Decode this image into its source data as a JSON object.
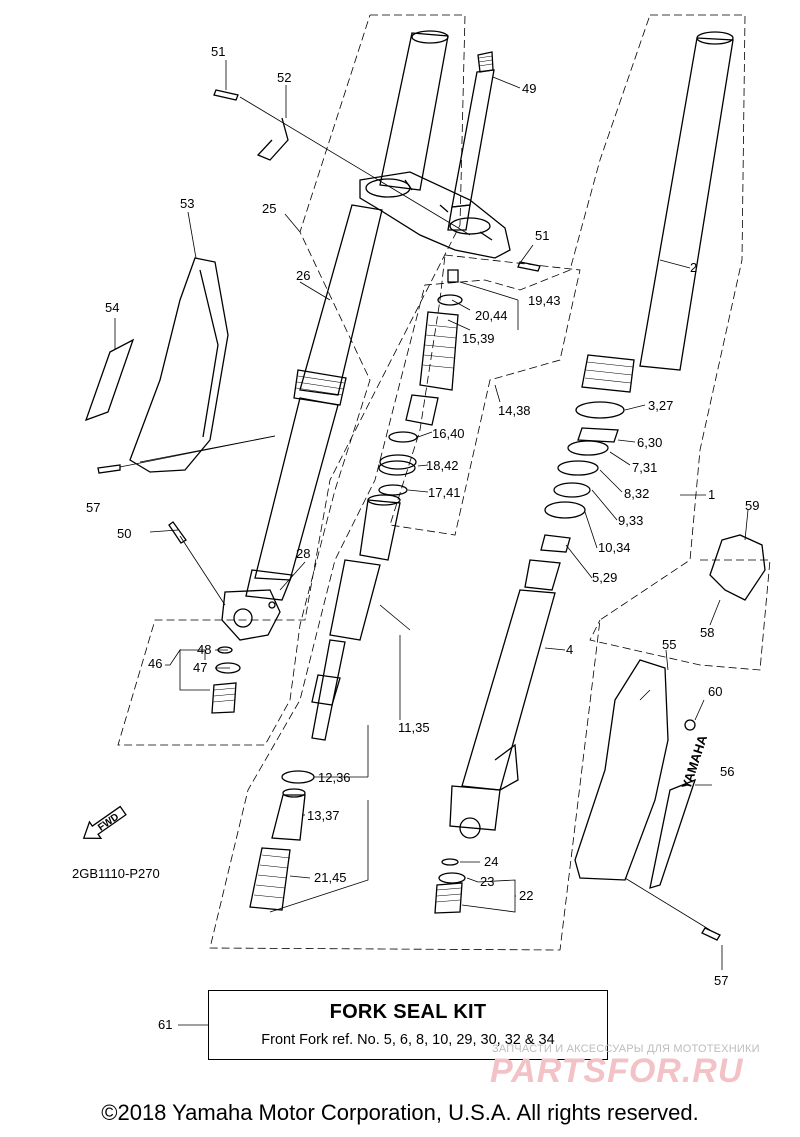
{
  "labels": {
    "l1": "1",
    "l2": "2",
    "l3_27": "3,27",
    "l4": "4",
    "l5_29": "5,29",
    "l6_30": "6,30",
    "l7_31": "7,31",
    "l8_32": "8,32",
    "l9_33": "9,33",
    "l10_34": "10,34",
    "l11_35": "11,35",
    "l12_36": "12,36",
    "l13_37": "13,37",
    "l14_38": "14,38",
    "l15_39": "15,39",
    "l16_40": "16,40",
    "l17_41": "17,41",
    "l18_42": "18,42",
    "l19_43": "19,43",
    "l20_44": "20,44",
    "l21_45": "21,45",
    "l22": "22",
    "l23": "23",
    "l24": "24",
    "l25": "25",
    "l26": "26",
    "l28": "28",
    "l46": "46",
    "l47": "47",
    "l48": "48",
    "l49": "49",
    "l50": "50",
    "l51a": "51",
    "l51b": "51",
    "l52": "52",
    "l53": "53",
    "l54": "54",
    "l55": "55",
    "l56": "56",
    "l57a": "57",
    "l57b": "57",
    "l58": "58",
    "l59": "59",
    "l60": "60",
    "l61": "61"
  },
  "diagram_code": "2GB1110-P270",
  "fwd_label": "FWD",
  "decal_text": "YAMAHA",
  "kit_box": {
    "title": "FORK SEAL KIT",
    "subtitle": "Front Fork ref. No. 5, 6, 8, 10, 29, 30, 32 & 34"
  },
  "copyright": "©2018 Yamaha Motor Corporation, U.S.A. All rights reserved.",
  "watermark": {
    "small": "ЗАПЧАСТИ И АКСЕССУАРЫ ДЛЯ МОТОТЕХНИКИ",
    "big": "PARTSFOR.RU"
  }
}
